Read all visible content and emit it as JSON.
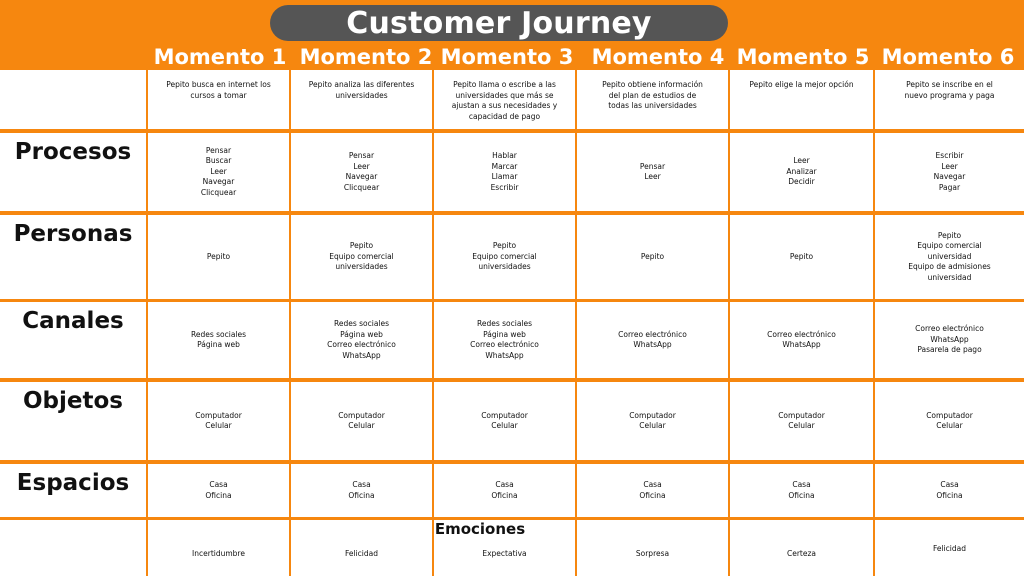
{
  "title": "Customer Journey",
  "moments": [
    "Momento 1",
    "Momento 2",
    "Momento 3",
    "Momento 4",
    "Momento 5",
    "Momento 6"
  ],
  "descriptions": [
    "Pepito busca en internet los\ncursos a tomar",
    "Pepito analiza las diferentes\nuniversidades",
    "Pepito llama o escribe a las\nuniversidades que más se\najustan a sus necesidades y\ncapacidad de pago",
    "Pepito obtiene información\ndel plan de estudios de\ntodas las universidades",
    "Pepito elige la mejor opción",
    "Pepito se inscribe en el\nnuevo programa y paga"
  ],
  "rows": [
    {
      "label": "Procesos",
      "cells": [
        "Pensar\nBuscar\nLeer\nNavegar\nClicquear",
        "Pensar\nLeer\nNavegar\nClicquear",
        "Hablar\nMarcar\nLlamar\nEscribir",
        "Pensar\nLeer",
        "Leer\nAnalizar\nDecidir",
        "Escribir\nLeer\nNavegar\nPagar"
      ]
    },
    {
      "label": "Personas",
      "cells": [
        "Pepito",
        "Pepito\nEquipo comercial\nuniversidades",
        "Pepito\nEquipo comercial\nuniversidades",
        "Pepito",
        "Pepito",
        "Pepito\nEquipo comercial\nuniversidad\nEquipo de admisiones\nuniversidad"
      ]
    },
    {
      "label": "Canales",
      "cells": [
        "Redes sociales\nPágina web",
        "Redes sociales\nPágina web\nCorreo electrónico\nWhatsApp",
        "Redes sociales\nPágina web\nCorreo electrónico\nWhatsApp",
        "Correo electrónico\nWhatsApp",
        "Correo electrónico\nWhatsApp",
        "Correo electrónico\nWhatsApp\nPasarela de pago"
      ]
    },
    {
      "label": "Objetos",
      "cells": [
        "Computador\nCelular",
        "Computador\nCelular",
        "Computador\nCelular",
        "Computador\nCelular",
        "Computador\nCelular",
        "Computador\nCelular"
      ]
    },
    {
      "label": "Espacios",
      "cells": [
        "Casa\nOficina",
        "Casa\nOficina",
        "Casa\nOficina",
        "Casa\nOficina",
        "Casa\nOficina",
        "Casa\nOficina"
      ]
    }
  ],
  "emotions_title": "Emociones",
  "emotions": [
    "Incertidumbre",
    "Felicidad",
    "Expectativa",
    "Sorpresa",
    "Certeza",
    "Felicidad"
  ],
  "colors": {
    "background": "#f6870f",
    "title_pill": "#555555",
    "cell": "#ffffff"
  }
}
